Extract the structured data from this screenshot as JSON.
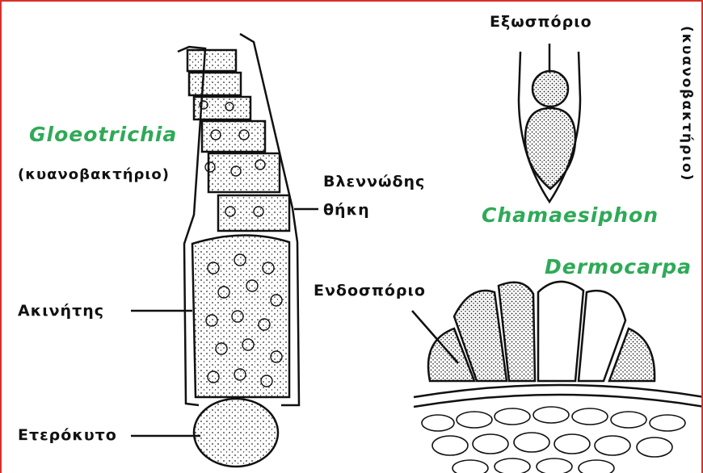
{
  "labels": {
    "gloeotrichia": "Gloeotrichia",
    "gloeo_type": "(κυανοβακτήριο)",
    "mucilage_sheath": [
      "Βλεννώδης",
      "θήκη"
    ],
    "akinete": "Ακινήτης",
    "heterocyst": "Ετερόκυτο",
    "exospore": "Εξωσπόριο",
    "chamaesiphon": "Chamaesiphon",
    "chamae_type": "(κυανοβακτήριο)",
    "dermocarpa": "Dermocarpa",
    "endospore": "Ενδοσπόριο"
  },
  "colors": {
    "genus": "#2eaa57",
    "frame": "#d9302b",
    "ink": "#111111"
  }
}
